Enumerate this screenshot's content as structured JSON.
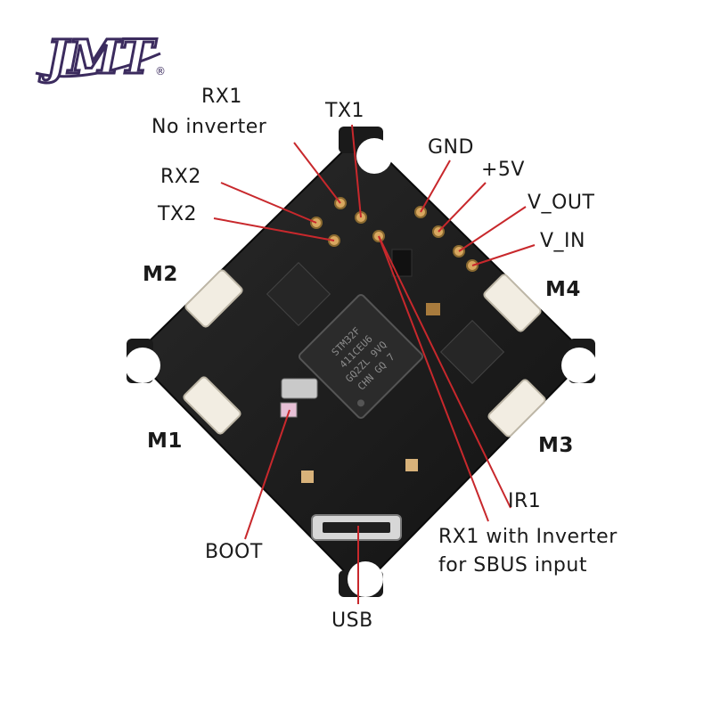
{
  "logo": {
    "text": "JMT",
    "registered": "®",
    "color": "#3b2b5e"
  },
  "labels": {
    "rx1_no_inverter_line1": "RX1",
    "rx1_no_inverter_line2": "No inverter",
    "tx1": "TX1",
    "gnd": "GND",
    "plus5v": "+5V",
    "rx2": "RX2",
    "v_out": "V_OUT",
    "tx2": "TX2",
    "v_in": "V_IN",
    "m2": "M2",
    "m4": "M4",
    "m1": "M1",
    "m3": "M3",
    "ir1": "IR1",
    "rx1_inverter_line1": "RX1  with Inverter",
    "rx1_inverter_line2": "for SBUS input",
    "boot": "BOOT",
    "usb": "USB"
  },
  "chip": {
    "lines": [
      "STM32F",
      "411CEU6",
      "GQ2ZL 9VQ",
      "CHN GQ 7"
    ]
  },
  "colors": {
    "leader_line": "#c8282c",
    "board": "#1c1c1c",
    "text": "#1a1a1a"
  }
}
